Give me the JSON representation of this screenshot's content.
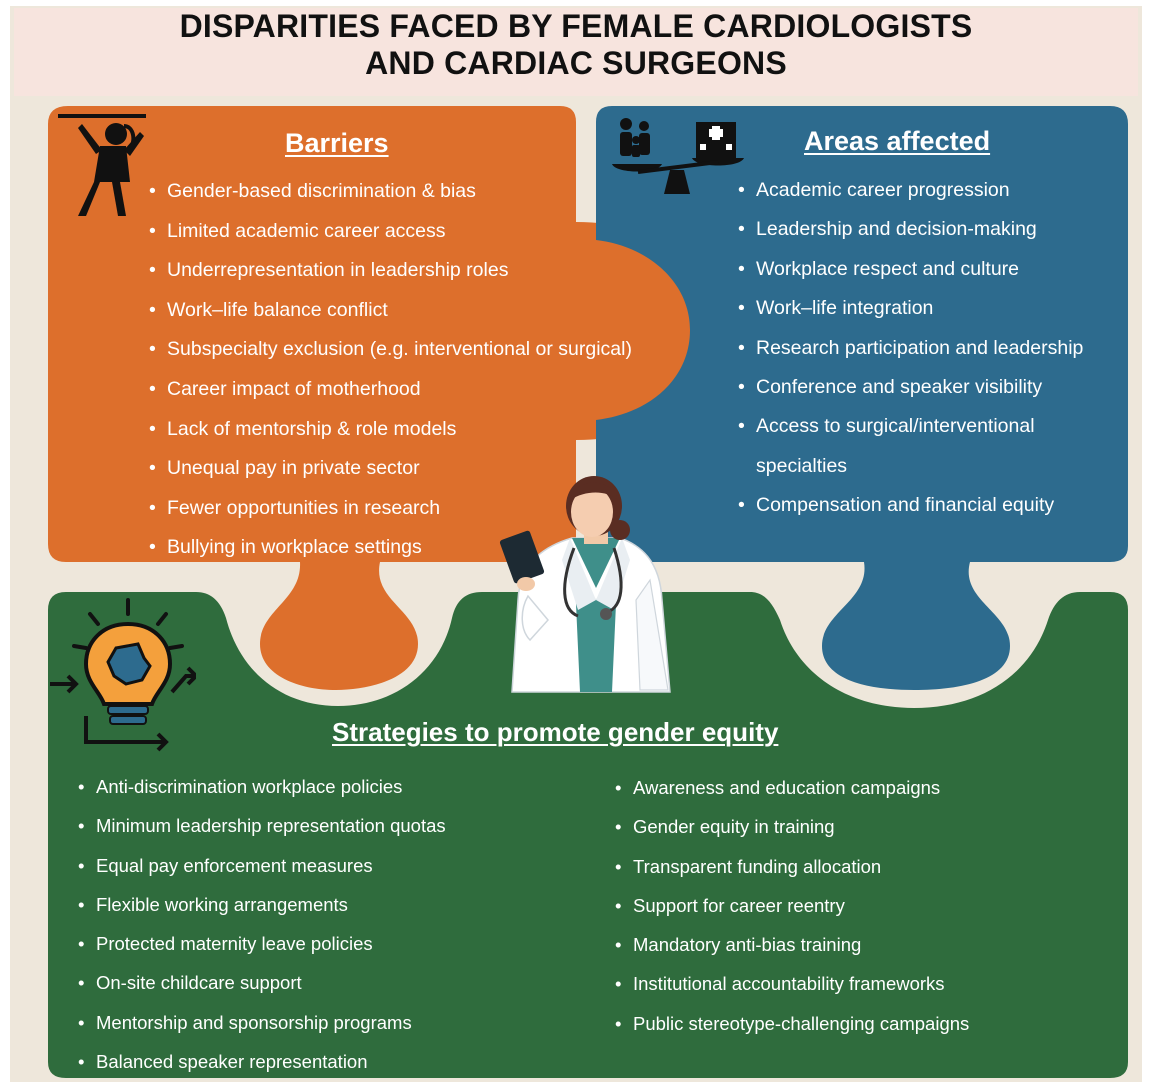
{
  "title": {
    "line1": "DISPARITIES FACED BY FEMALE CARDIOLOGISTS",
    "line2": "AND CARDIAC SURGEONS"
  },
  "colors": {
    "orange": "#DD6F2C",
    "blue": "#2D6B8E",
    "green": "#2F6C3D",
    "background": "#EEE7DB",
    "title_band": "#F7E4DE"
  },
  "barriers": {
    "heading": "Barriers",
    "icon": "woman-blocked-icon",
    "items": [
      "Gender-based discrimination & bias",
      "Limited academic career access",
      "Underrepresentation in leadership roles",
      "Work–life balance conflict",
      "Subspecialty exclusion (e.g. interventional or surgical)",
      "Career impact of motherhood",
      "Lack of mentorship & role models",
      "Unequal pay in private sector",
      "Fewer opportunities in research",
      "Bullying in workplace settings"
    ]
  },
  "areas": {
    "heading": "Areas affected",
    "icons": [
      "family-icon",
      "hospital-icon",
      "balance-scale-icon"
    ],
    "items": [
      "Academic career progression",
      "Leadership and decision-making",
      "Workplace respect and culture",
      "Work–life integration",
      "Research participation and leadership",
      "Conference and speaker visibility",
      "Access to surgical/interventional specialties",
      "Compensation and financial equity"
    ]
  },
  "strategies": {
    "heading": "Strategies to promote gender equity",
    "icon": "lightbulb-puzzle-icon",
    "left_items": [
      "Anti-discrimination workplace policies",
      "Minimum leadership representation quotas",
      "Equal pay enforcement measures",
      "Flexible working arrangements",
      "Protected maternity leave policies",
      "On-site childcare support",
      "Mentorship and sponsorship programs",
      "Balanced speaker representation"
    ],
    "right_items": [
      "Awareness and education campaigns",
      "Gender equity in training",
      "Transparent funding allocation",
      "Support for career reentry",
      "Mandatory anti-bias training",
      "Institutional accountability frameworks",
      "Public stereotype-challenging campaigns"
    ]
  },
  "center_figure": "female-doctor-icon"
}
